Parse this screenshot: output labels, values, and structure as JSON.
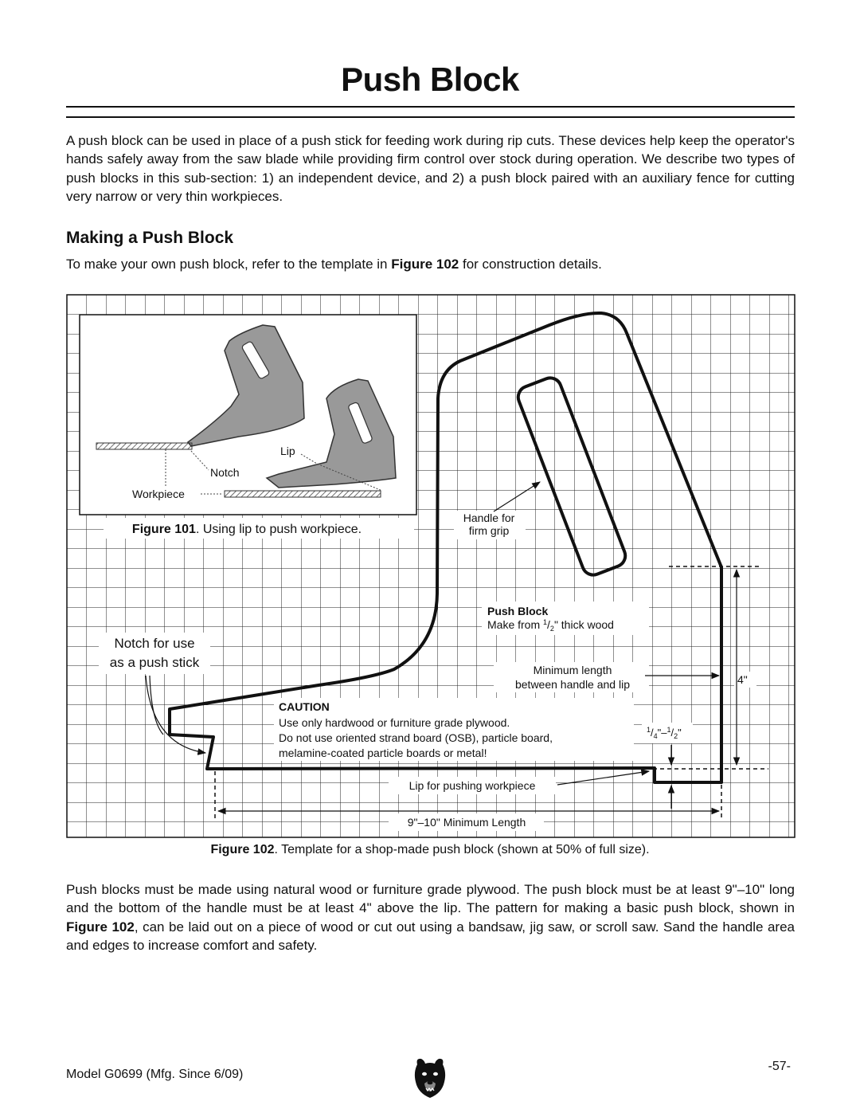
{
  "page": {
    "title": "Push Block",
    "intro": "A push block can be used in place of a push stick for feeding work during rip cuts. These devices help keep the operator's hands safely away from the saw blade while providing firm control over stock during operation. We describe two types of push blocks in this sub-section: 1) an independent device, and 2) a push block paired with an auxiliary fence for cutting very narrow or very thin workpieces.",
    "section_heading": "Making a Push Block",
    "section_intro_pre": "To make your own push block, refer to the template in ",
    "section_intro_bold": "Figure 102",
    "section_intro_post": " for construction details.",
    "body_pre": "Push blocks must be made using natural wood or furniture grade plywood. The push block must be at least 9\"–10\" long and the bottom of the handle must be at least 4\" above the lip. The pattern for making a basic push block, shown in ",
    "body_bold": "Figure 102",
    "body_post": ", can be laid out on a piece of wood or cut out using a bandsaw, jig saw, or scroll saw. Sand the handle area and edges to increase comfort and safety."
  },
  "figure101": {
    "caption_bold": "Figure 101",
    "caption_text": ". Using lip to push workpiece.",
    "label_lip": "Lip",
    "label_notch": "Notch",
    "label_workpiece": "Workpiece"
  },
  "figure102": {
    "caption_bold": "Figure 102",
    "caption_text": ". Template for a shop-made push block (shown at 50% of full size).",
    "notch_line1": "Notch for use",
    "notch_line2": "as a push stick",
    "handle_line1": "Handle for",
    "handle_line2": "firm grip",
    "push_block_title": "Push Block",
    "make_from_pre": "Make from ",
    "make_from_num": "1",
    "make_from_den": "2",
    "make_from_post": "\" thick wood",
    "min_length_line1": "Minimum length",
    "min_length_line2": "between handle and lip",
    "dim_4": "4\"",
    "caution_title": "CAUTION",
    "caution_line1": "Use only hardwood or furniture grade plywood.",
    "caution_line2": "Do not use oriented strand board (OSB), particle board,",
    "caution_line3": "melamine-coated particle boards or metal!",
    "lip_dim_a_num": "1",
    "lip_dim_a_den": "4",
    "lip_dim_sep": "\"–",
    "lip_dim_b_num": "1",
    "lip_dim_b_den": "2",
    "lip_dim_end": "\"",
    "lip_for_pushing": "Lip for pushing workpiece",
    "min_length_total": "9\"–10\" Minimum Length"
  },
  "footer": {
    "model": "Model G0699 (Mfg. Since 6/09)",
    "page_number": "-57-",
    "logo_icon": "bear-logo-icon"
  }
}
